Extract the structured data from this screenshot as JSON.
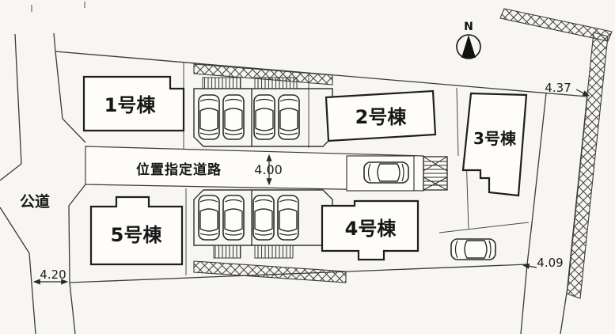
{
  "plan": {
    "buildings": [
      {
        "label": "1号棟",
        "highlighted": false
      },
      {
        "label": "2号棟",
        "highlighted": false
      },
      {
        "label": "3号棟",
        "highlighted": false
      },
      {
        "label": "4号棟",
        "highlighted": true
      },
      {
        "label": "5号棟",
        "highlighted": false
      }
    ],
    "roads": {
      "designated_road": "位置指定道路",
      "public_road": "公道"
    },
    "measurements": {
      "road_width": "4.00",
      "top_right": "4.37",
      "bottom_right": "4.09",
      "bottom_left": "4.20"
    },
    "compass": {
      "label": "N"
    },
    "colors": {
      "highlight": "#f5ee9d",
      "line": "#3a3a3a",
      "background": "#f7f6f2"
    }
  }
}
